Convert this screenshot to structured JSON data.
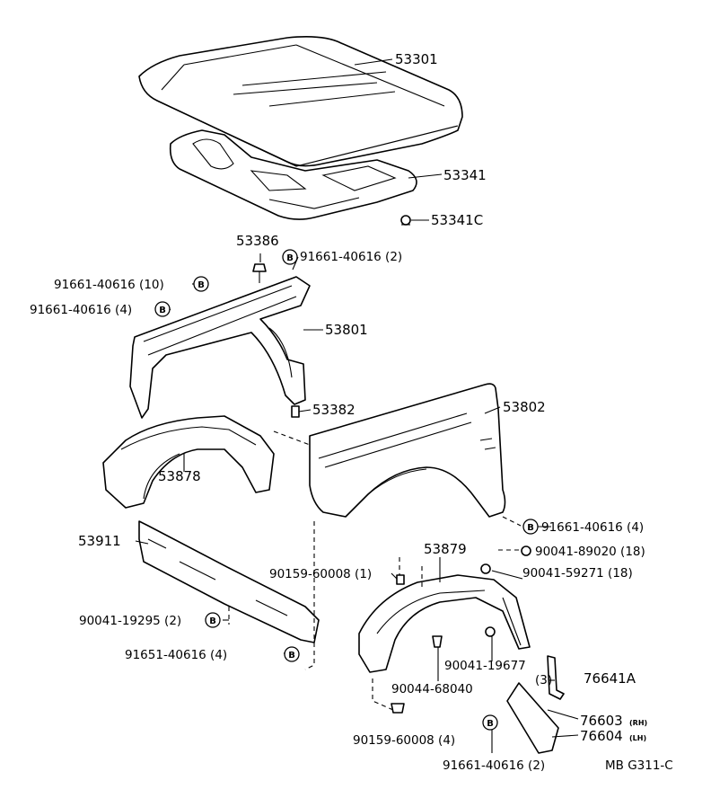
{
  "callouts": {
    "p53301": "53301",
    "p53341": "53341",
    "p53341c": "53341C",
    "p53386": "53386",
    "p91661_2_top": "91661-40616 (2)",
    "p91661_10": "91661-40616 (10)",
    "p91661_4_left": "91661-40616 (4)",
    "p53801": "53801",
    "p53382": "53382",
    "p53802": "53802",
    "p53878": "53878",
    "p91661_4_right": "91661-40616 (4)",
    "p53911": "53911",
    "p53879": "53879",
    "p90041_89020": "90041-89020 (18)",
    "p90159_1": "90159-60008 (1)",
    "p90041_59271": "90041-59271 (18)",
    "p90041_19295": "90041-19295 (2)",
    "p91651": "91651-40616 (4)",
    "p90041_19677": "90041-19677",
    "p3": "(3)",
    "p76641a": "76641A",
    "p90044": "90044-68040",
    "p76603": "76603",
    "p76603_sub": "(RH)",
    "p76604": "76604",
    "p76604_sub": "(LH)",
    "p90159_4": "90159-60008 (4)",
    "p91661_2_bottom": "91661-40616 (2)",
    "diagram_code": "MB G311-C"
  },
  "bolt_symbol": "B"
}
